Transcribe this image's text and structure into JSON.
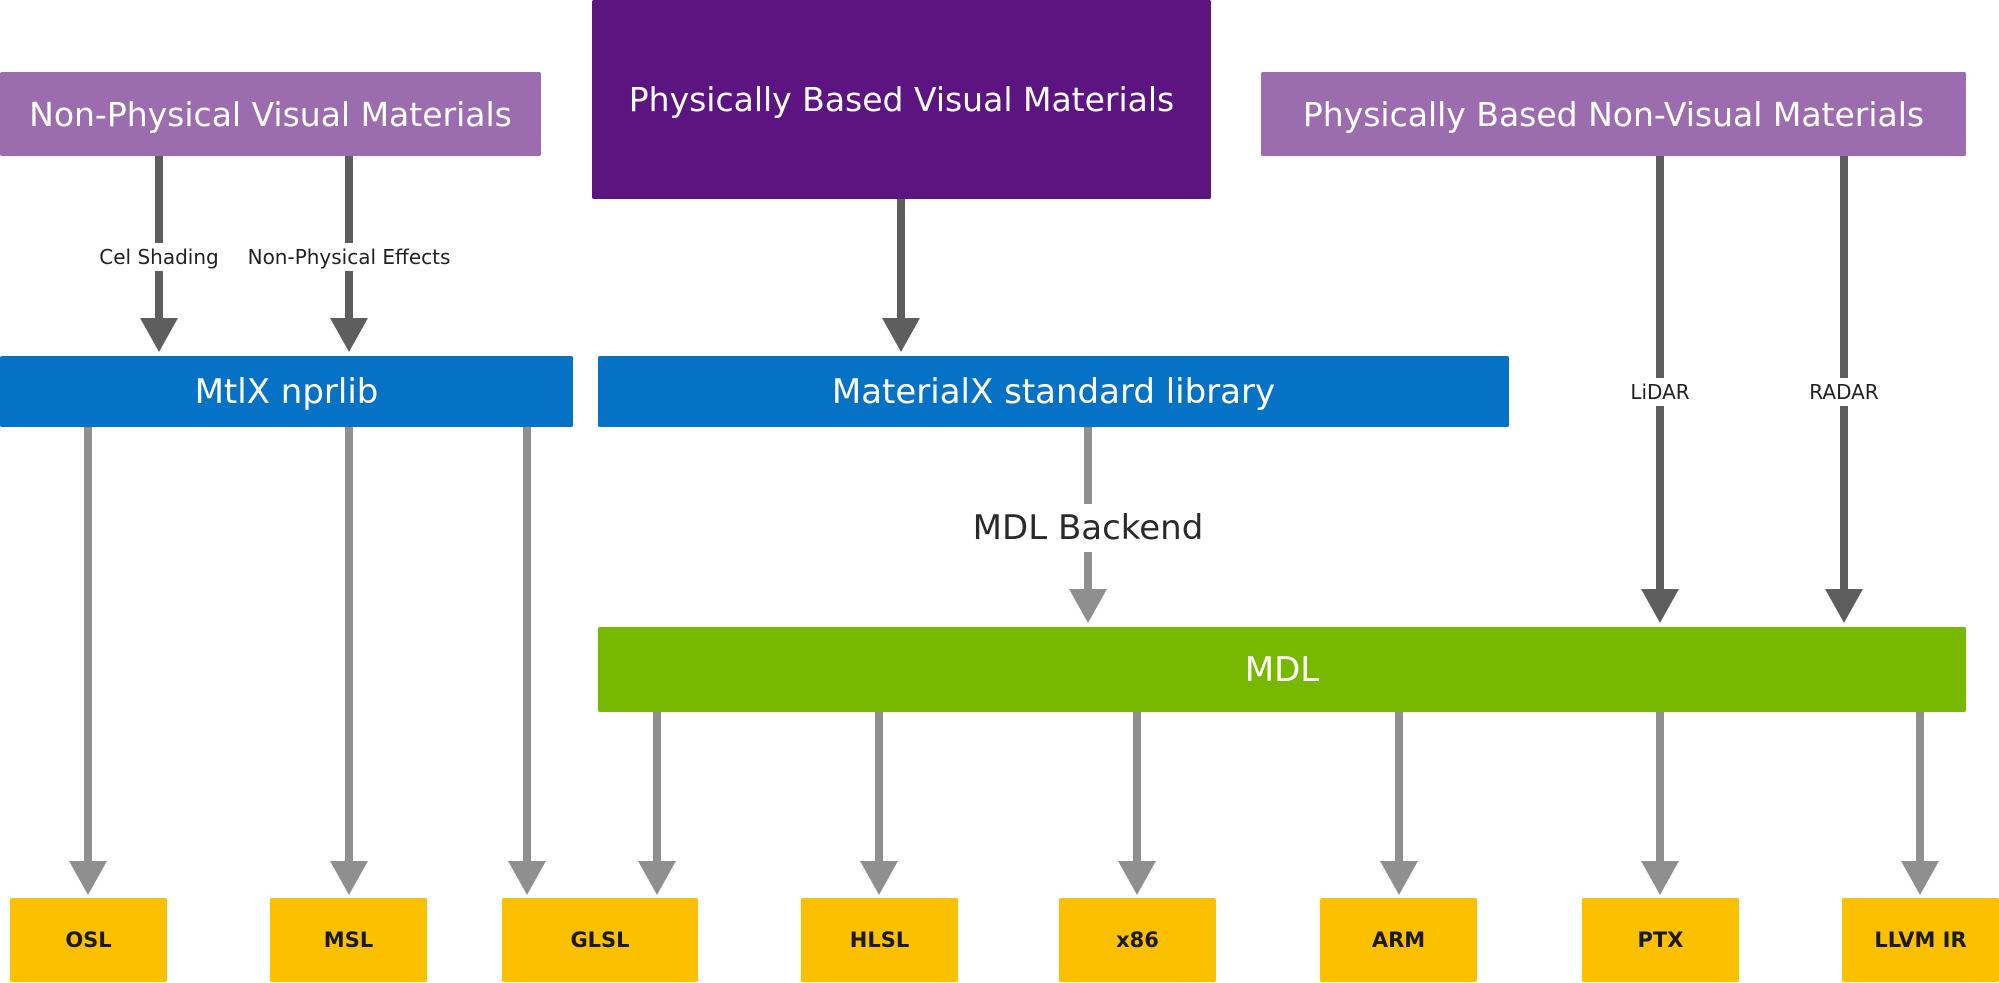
{
  "sources": {
    "nonphysical_visual": "Non-Physical Visual Materials",
    "physical_visual": "Physically Based Visual Materials",
    "physical_nonvisual": "Physically Based Non-Visual Materials"
  },
  "libraries": {
    "nprlib": "MtlX nprlib",
    "stdlib": "MaterialX standard library",
    "mdl": "MDL"
  },
  "edge_labels": {
    "cel_shading": "Cel Shading",
    "nonphysical_effects": "Non-Physical Effects",
    "mdl_backend": "MDL Backend",
    "lidar": "LiDAR",
    "radar": "RADAR"
  },
  "targets": {
    "osl": "OSL",
    "msl": "MSL",
    "glsl": "GLSL",
    "hlsl": "HLSL",
    "x86": "x86",
    "arm": "ARM",
    "ptx": "PTX",
    "llvm": "LLVM IR"
  },
  "colors": {
    "source_light": "#9b6dae",
    "source_dark": "#5c1580",
    "library_blue": "#0572c5",
    "mdl_green": "#77b900",
    "target_yellow": "#fbc100",
    "arrow_dark": "#5e5e5e",
    "arrow_light": "#8f8f8f"
  }
}
